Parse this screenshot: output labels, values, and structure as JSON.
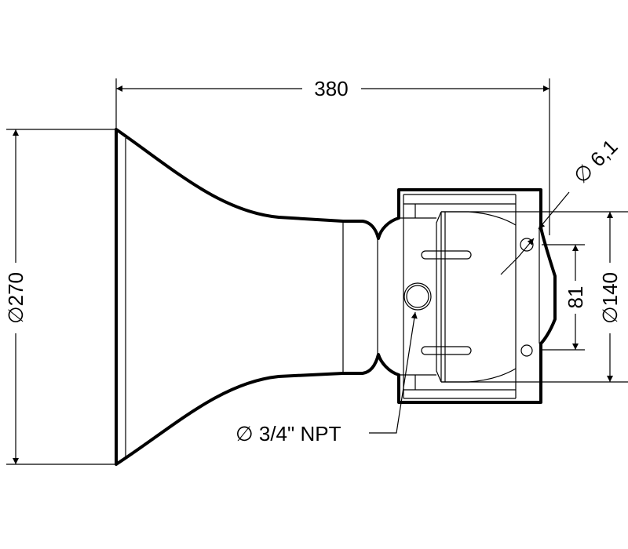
{
  "dimensions": {
    "overall_length": "380",
    "mouth_diameter": "∅270",
    "body_diameter": "∅140",
    "hole_spacing": "81",
    "hole_diameter": "∅ 6,1",
    "conduit": "∅ 3/4\" NPT"
  }
}
